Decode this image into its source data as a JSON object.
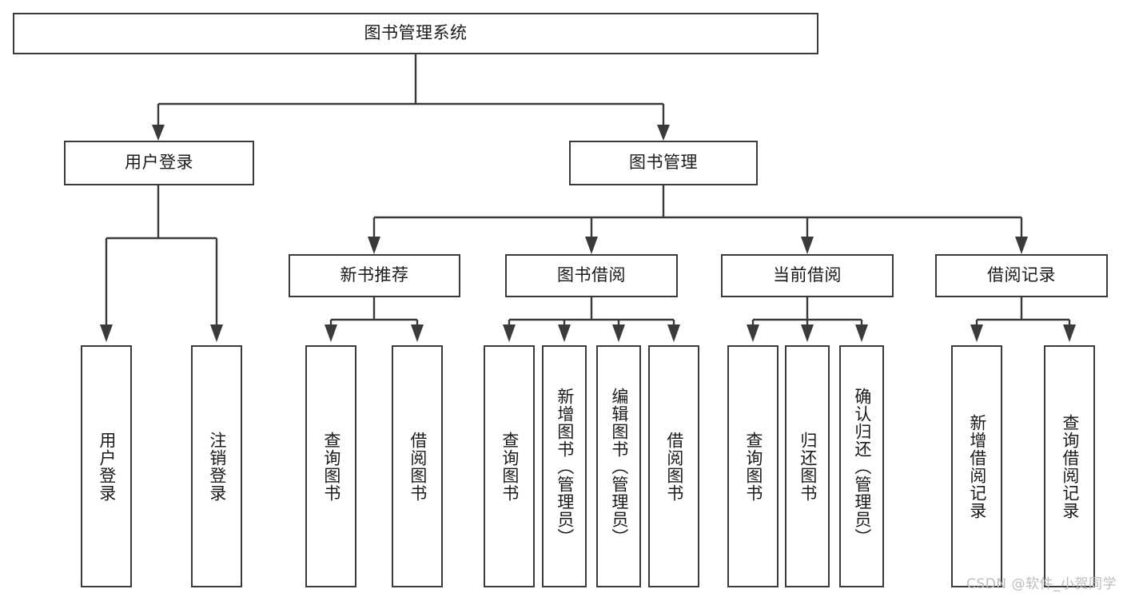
{
  "diagram": {
    "title": "图书管理系统",
    "type": "tree",
    "root": {
      "label": "图书管理系统"
    },
    "level2": [
      {
        "label": "用户登录"
      },
      {
        "label": "图书管理"
      }
    ],
    "level3": [
      {
        "label": "新书推荐",
        "parent": "图书管理"
      },
      {
        "label": "图书借阅",
        "parent": "图书管理"
      },
      {
        "label": "当前借阅",
        "parent": "图书管理"
      },
      {
        "label": "借阅记录",
        "parent": "图书管理"
      }
    ],
    "leaves": [
      {
        "label": "用户登录",
        "parent": "用户登录"
      },
      {
        "label": "注销登录",
        "parent": "用户登录"
      },
      {
        "label": "查询图书",
        "parent": "新书推荐"
      },
      {
        "label": "借阅图书",
        "parent": "新书推荐"
      },
      {
        "label": "查询图书",
        "parent": "图书借阅"
      },
      {
        "label": "新增图书（管理员）",
        "parent": "图书借阅"
      },
      {
        "label": "编辑图书（管理员）",
        "parent": "图书借阅"
      },
      {
        "label": "借阅图书",
        "parent": "图书借阅"
      },
      {
        "label": "查询图书",
        "parent": "当前借阅"
      },
      {
        "label": "归还图书",
        "parent": "当前借阅"
      },
      {
        "label": "确认归还（管理员）",
        "parent": "当前借阅"
      },
      {
        "label": "新增借阅记录",
        "parent": "借阅记录"
      },
      {
        "label": "查询借阅记录",
        "parent": "借阅记录"
      }
    ]
  },
  "watermark": {
    "text": "CSDN @软件_小贺同学"
  },
  "colors": {
    "stroke": "#3a3a3a",
    "background": "#ffffff",
    "text": "#1a1a1a",
    "watermark": "#bdbdbd"
  }
}
